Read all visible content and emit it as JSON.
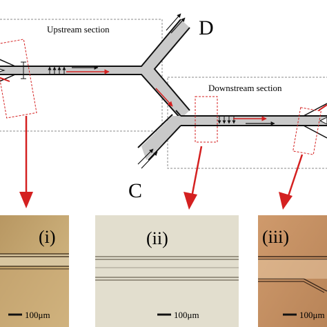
{
  "labels": {
    "upstream": "Upstream section",
    "downstream": "Downstream section",
    "outlet_d": "D",
    "outlet_c": "C"
  },
  "panels": [
    {
      "label": "(i)",
      "scale": "100μm"
    },
    {
      "label": "(ii)",
      "scale": "100μm"
    },
    {
      "label": "(iii)",
      "scale": "100μm"
    }
  ],
  "colors": {
    "channel_fill": "#c9c9c9",
    "channel_wall": "#111111",
    "flow_red": "#d42020",
    "dashed_box": "#888888",
    "panel1_bg": "#cdb07a",
    "panel2_bg": "#e8e4d6",
    "panel3_bg": "#c59468"
  }
}
